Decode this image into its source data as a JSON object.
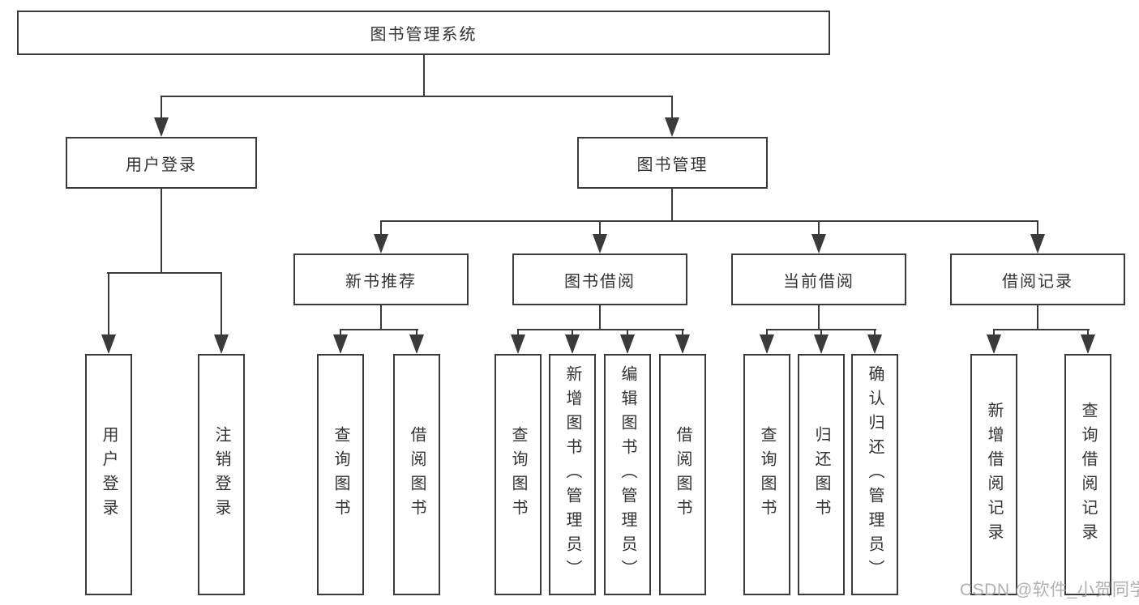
{
  "diagram": {
    "type": "tree",
    "root": {
      "label": "图书管理系统",
      "children": [
        {
          "label": "用户登录",
          "children": [
            {
              "label": "用户登录"
            },
            {
              "label": "注销登录"
            }
          ]
        },
        {
          "label": "图书管理",
          "children": [
            {
              "label": "新书推荐",
              "children": [
                {
                  "label": "查询图书"
                },
                {
                  "label": "借阅图书"
                }
              ]
            },
            {
              "label": "图书借阅",
              "children": [
                {
                  "label": "查询图书"
                },
                {
                  "label": "新增图书（管理员）"
                },
                {
                  "label": "编辑图书（管理员）"
                },
                {
                  "label": "借阅图书"
                }
              ]
            },
            {
              "label": "当前借阅",
              "children": [
                {
                  "label": "查询图书"
                },
                {
                  "label": "归还图书"
                },
                {
                  "label": "确认归还（管理员）"
                }
              ]
            },
            {
              "label": "借阅记录",
              "children": [
                {
                  "label": "新增借阅记录"
                },
                {
                  "label": "查询借阅记录"
                }
              ]
            }
          ]
        }
      ]
    }
  },
  "watermark": {
    "text": "CSDN @软件_小贺同学"
  },
  "colors": {
    "line": "#3a3a3a",
    "text": "#333333",
    "background": "#ffffff",
    "watermark": "#adadad"
  }
}
